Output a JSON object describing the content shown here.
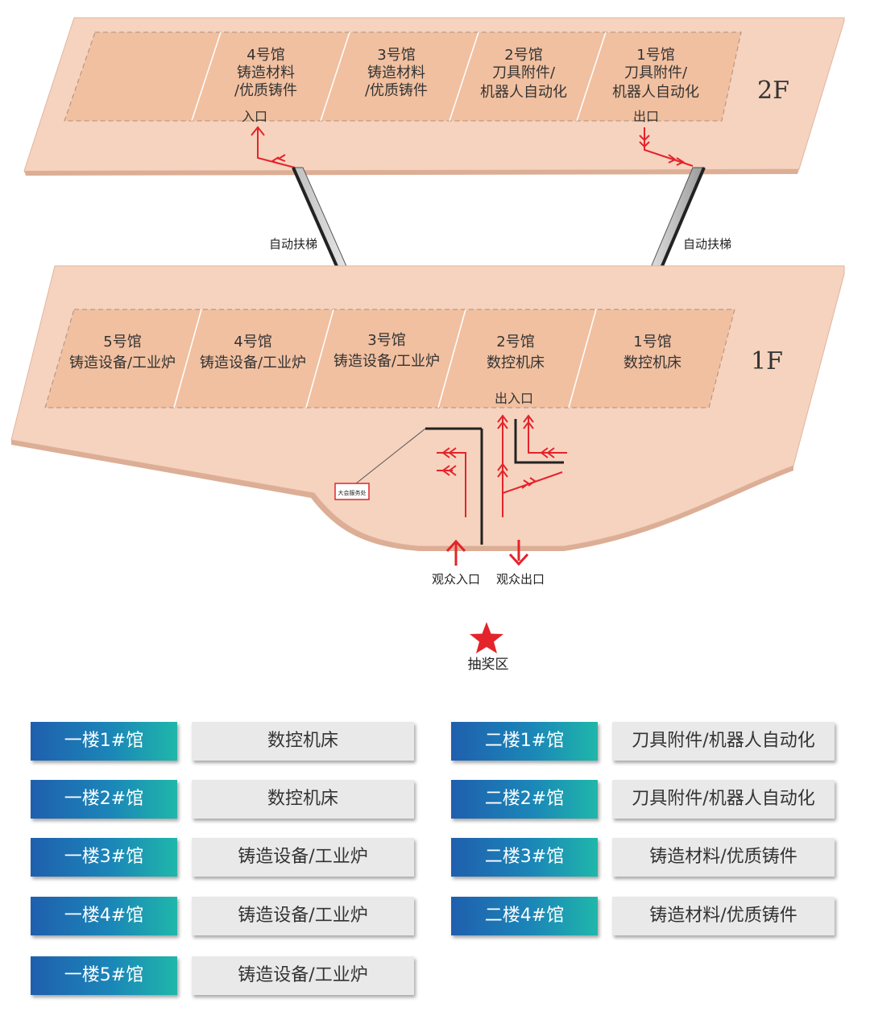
{
  "floors": {
    "upper": {
      "label": "2F",
      "halls": [
        {
          "name": "4号馆",
          "lines": [
            "铸造材料",
            "/优质铸件"
          ]
        },
        {
          "name": "3号馆",
          "lines": [
            "铸造材料",
            "/优质铸件"
          ]
        },
        {
          "name": "2号馆",
          "lines": [
            "刀具附件/",
            "机器人自动化"
          ]
        },
        {
          "name": "1号馆",
          "lines": [
            "刀具附件/",
            "机器人自动化"
          ]
        }
      ],
      "entrance": "入口",
      "exit": "出口"
    },
    "lower": {
      "label": "1F",
      "halls": [
        {
          "name": "5号馆",
          "lines": [
            "铸造设备/工业炉"
          ]
        },
        {
          "name": "4号馆",
          "lines": [
            "铸造设备/工业炉"
          ]
        },
        {
          "name": "3号馆",
          "lines": [
            "铸造设备/工业炉"
          ]
        },
        {
          "name": "2号馆",
          "lines": [
            "数控机床"
          ]
        },
        {
          "name": "1号馆",
          "lines": [
            "数控机床"
          ]
        }
      ],
      "entry_exit": "出入口",
      "service": "大会服务处"
    }
  },
  "escalators": {
    "left": "自动扶梯",
    "right": "自动扶梯"
  },
  "visitor_entrance": "观众入口",
  "visitor_exit": "观众出口",
  "lottery": "抽奖区",
  "colors": {
    "floor": "#f6d3bf",
    "hall": "#f1c0a0",
    "route": "#e3242b",
    "tag_start": "#1f5fae",
    "tag_end": "#1fb7aa"
  },
  "legend": {
    "left": [
      {
        "tag": "一楼1#馆",
        "desc": "数控机床"
      },
      {
        "tag": "一楼2#馆",
        "desc": "数控机床"
      },
      {
        "tag": "一楼3#馆",
        "desc": "铸造设备/工业炉"
      },
      {
        "tag": "一楼4#馆",
        "desc": "铸造设备/工业炉"
      },
      {
        "tag": "一楼5#馆",
        "desc": "铸造设备/工业炉"
      }
    ],
    "right": [
      {
        "tag": "二楼1#馆",
        "desc": "刀具附件/机器人自动化"
      },
      {
        "tag": "二楼2#馆",
        "desc": "刀具附件/机器人自动化"
      },
      {
        "tag": "二楼3#馆",
        "desc": "铸造材料/优质铸件"
      },
      {
        "tag": "二楼4#馆",
        "desc": "铸造材料/优质铸件"
      }
    ]
  }
}
